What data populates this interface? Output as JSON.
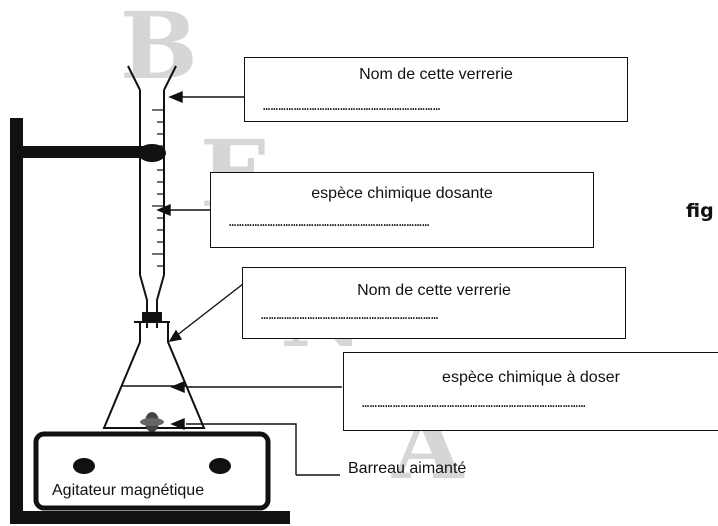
{
  "watermark": [
    "B",
    "E",
    "N",
    "A"
  ],
  "figure_label": "fig",
  "boxes": {
    "glassware_top": {
      "label": "Nom de cette verrerie",
      "dots": "……………………………………………………………"
    },
    "titrant": {
      "label": "espèce chimique dosante",
      "dots": "……………………………………………………………………"
    },
    "glassware_flask": {
      "label": "Nom de cette verrerie",
      "dots": "……………………………………………………………"
    },
    "analyte": {
      "label": "espèce chimique à doser",
      "dots": "……………………………………………………………………………"
    }
  },
  "stir_bar_label": "Barreau aimanté",
  "stirrer_label": "Agitateur magnétique"
}
